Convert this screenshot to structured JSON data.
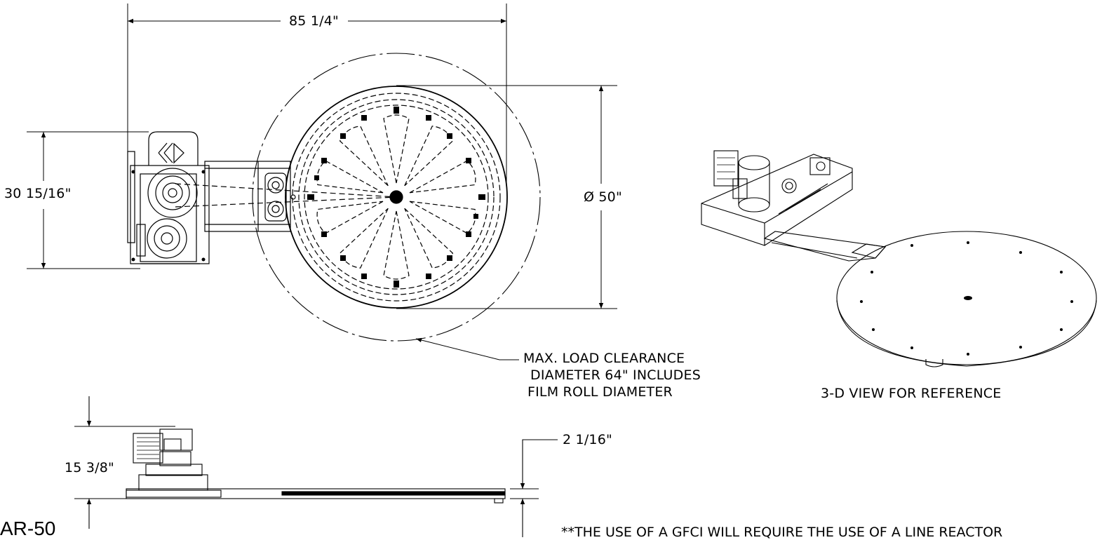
{
  "dimensions": {
    "overall_length": "85 1/4\"",
    "base_width": "30 15/16\"",
    "turntable_diameter": "Ø 50\"",
    "overall_height": "15 3/8\"",
    "turntable_height": "2 1/16\""
  },
  "callout": {
    "line1": "MAX. LOAD CLEARANCE",
    "line2": "DIAMETER 64\" INCLUDES",
    "line3": "FILM ROLL DIAMETER"
  },
  "view_caption": "3-D VIEW FOR REFERENCE",
  "model_label": "AR-50",
  "footnote": "**THE USE OF A GFCI WILL REQUIRE THE USE OF A LINE REACTOR",
  "colors": {
    "line": "#000000",
    "background": "#ffffff"
  }
}
